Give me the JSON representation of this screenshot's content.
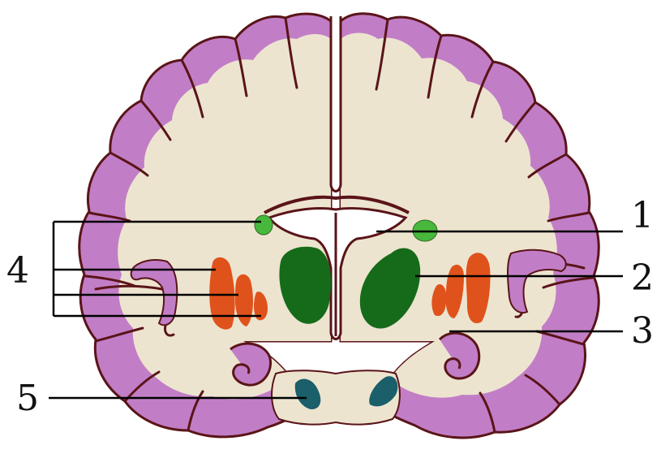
{
  "labels": {
    "one": "1",
    "two": "2",
    "three": "3",
    "four": "4",
    "five": "5"
  },
  "colors": {
    "cortex": "#c17ec6",
    "white_matter": "#ede4d0",
    "outline": "#5a1418",
    "ventricle": "#ffffff",
    "label_1_structure": "#47b83b",
    "label_2_structure": "#166b1a",
    "label_4_structure": "#e0521b",
    "label_5_structure": "#1a5f6a",
    "leader_line": "#000000"
  }
}
